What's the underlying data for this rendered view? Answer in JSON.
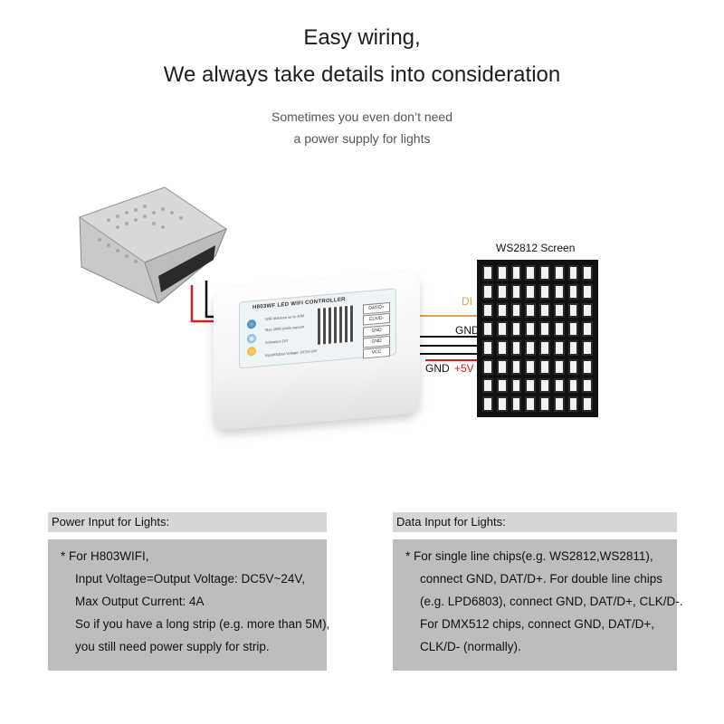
{
  "header": {
    "title_line1": "Easy wiring,",
    "title_line2": "We always take details into consideration",
    "subtitle_line1": "Sometimes you even don’t need",
    "subtitle_line2": "a power supply for lights"
  },
  "diagram": {
    "screen_title": "WS2812 Screen",
    "wire_labels": {
      "di": "DI",
      "gnd_top": "GND",
      "gnd_bottom": "GND",
      "plus5v": "+5V"
    },
    "controller": {
      "title": "H803WF LED WIFI CONTROLLER",
      "lines": [
        "WiFi distance up to 30M",
        "Max 2048 pixels support",
        "Animation DIY",
        "Input/Output Voltage: DC5V-24V"
      ],
      "ports": [
        "DAT/D+",
        "CLK/D-",
        "GND",
        "GND",
        "VCC"
      ]
    },
    "colors": {
      "wire_red": "#d32020",
      "wire_black": "#111111",
      "wire_di": "#e0a24b",
      "controller_body": "#f3f3f3"
    }
  },
  "notes": {
    "power": {
      "heading": "Power Input for Lights:",
      "lines": [
        "*  For H803WIFI,",
        "Input Voltage=Output Voltage: DC5V~24V,",
        "Max Output Current: 4A",
        "So if you have a long strip (e.g. more than 5M),",
        "you still need power supply for strip."
      ]
    },
    "data": {
      "heading": "Data Input for Lights:",
      "lines": [
        "*  For single line chips(e.g. WS2812,WS2811),",
        "connect GND, DAT/D+. For double line chips",
        "(e.g. LPD6803), connect GND, DAT/D+, CLK/D-.",
        "For DMX512 chips, connect GND, DAT/D+,",
        "CLK/D- (normally)."
      ]
    }
  }
}
